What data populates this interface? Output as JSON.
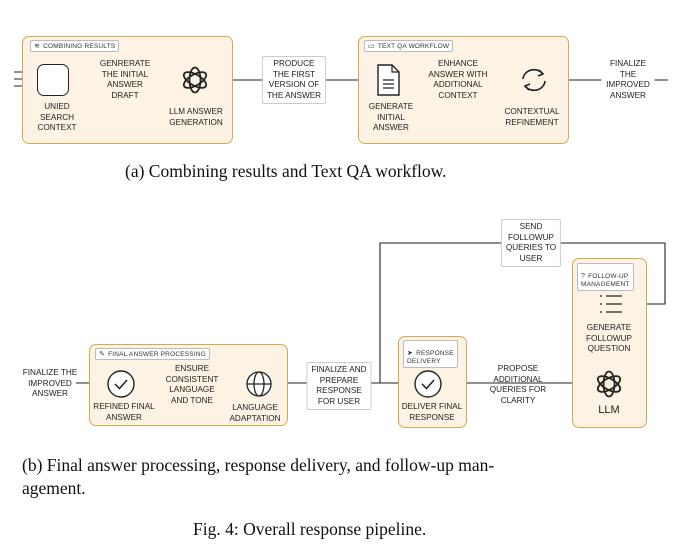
{
  "panel_a": {
    "group_combining": "COMBINING RESULTS",
    "group_text_qa": "TEXT QA WORKFLOW",
    "node_search_context": "UNIED\nSEARCH\nCONTEXT",
    "edge_generate_draft": "GENRERATE\nTHE INITIAL\nANSWER\nDRAFT",
    "node_llm_generation": "LLM ANSWER\nGENERATION",
    "edge_produce_first": "PRODUCE\nTHE FIRST\nVERSION OF\nTHE ANSWER",
    "node_generate_initial": "GENERATE\nINITIAL\nANSWER",
    "edge_enhance": "ENHANCE\nANSWER WITH\nADDITIONAL\nCONTEXT",
    "node_contextual_refinement": "CONTEXTUAL\nREFINEMENT",
    "edge_finalize_improved": "FINALIZE THE\nIMPROVED\nANSWER",
    "caption": "(a) Combining results and Text QA workflow."
  },
  "panel_b": {
    "input_finalize": "FINALIZE THE\nIMPROVED\nANSWER",
    "group_final_processing": "FINAL ANSWER PROCESSING",
    "node_refined_final": "REFINED FINAL\nANSWER",
    "edge_ensure_consistent": "ENSURE\nCONSISTENT\nLANGUAGE\nAND TONE",
    "node_language_adaptation": "LANGUAGE\nADAPTATION",
    "edge_finalize_prepare": "FINALIZE AND\nPREPARE\nRESPONSE\nFOR USER",
    "group_response_delivery": "RESPONSE\nDELIVERY",
    "node_deliver_final": "DELIVER FINAL\nRESPONSE",
    "edge_propose_queries": "PROPOSE\nADDITIONAL\nQUERIES FOR\nCLARITY",
    "group_followup": "FOLLOW-UP\nMANAGEMENT",
    "node_generate_followup": "GENERATE\nFOLLOWUP\nQUESTION",
    "node_llm": "LLM",
    "edge_send_followup": "SEND\nFOLLOWUP\nQUERIES TO\nUSER",
    "caption_line1": "(b) Final answer processing, response delivery, and follow-up man-",
    "caption_line2": "agement."
  },
  "figure_caption": "Fig. 4: Overall response pipeline."
}
